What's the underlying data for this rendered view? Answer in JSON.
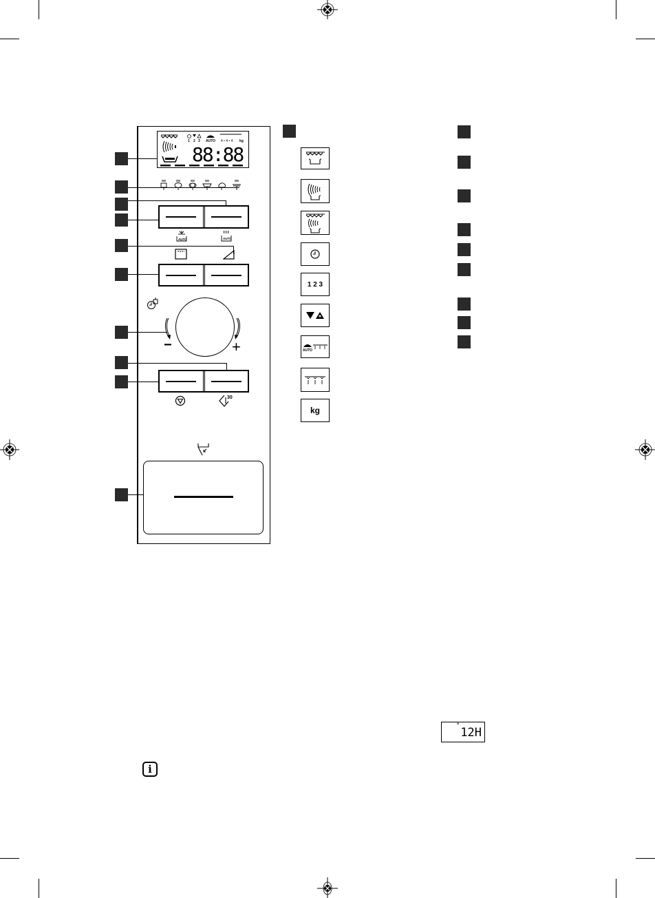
{
  "page": {
    "type": "appliance manual page",
    "subject": "microwave oven control panel diagram"
  },
  "control_panel": {
    "display": {
      "digits": "88:88",
      "labels": {
        "auto": "AUTO",
        "kg": "kg",
        "timer_steps": [
          "1",
          "2",
          "3"
        ]
      }
    },
    "food_category_icons": [
      "cup",
      "bowl",
      "vegetables",
      "plate",
      "poultry",
      "dish"
    ],
    "button_rows": [
      {
        "left_icon": "auto-defrost-icon",
        "right_icon": "auto-cook-icon"
      },
      {
        "left_icon": "grill-oven-icon",
        "right_icon": "weight-ramp-icon"
      },
      {
        "left_icon": "stop-icon",
        "right_icon": "start-plus-30-icon"
      }
    ],
    "dial": {
      "minus": "−",
      "plus": "+",
      "top_icon": "clock-timer-icon"
    },
    "start_pad_icon": "door-open-icon",
    "plus30_label": "30"
  },
  "legend_icons": [
    {
      "name": "grill-icon",
      "text": ""
    },
    {
      "name": "microwave-icon",
      "text": ""
    },
    {
      "name": "combi-icon",
      "text": ""
    },
    {
      "name": "clock-icon",
      "text": ""
    },
    {
      "name": "stages-icon",
      "text": "1 2 3"
    },
    {
      "name": "minus-plus-icon",
      "text": ""
    },
    {
      "name": "auto-menu-icon",
      "text": "AUTO"
    },
    {
      "name": "defrost-icon",
      "text": ""
    },
    {
      "name": "weight-icon",
      "text": "kg"
    }
  ],
  "right_callouts_count": 9,
  "clock_display": {
    "value": "12H"
  },
  "info_icon": "i"
}
